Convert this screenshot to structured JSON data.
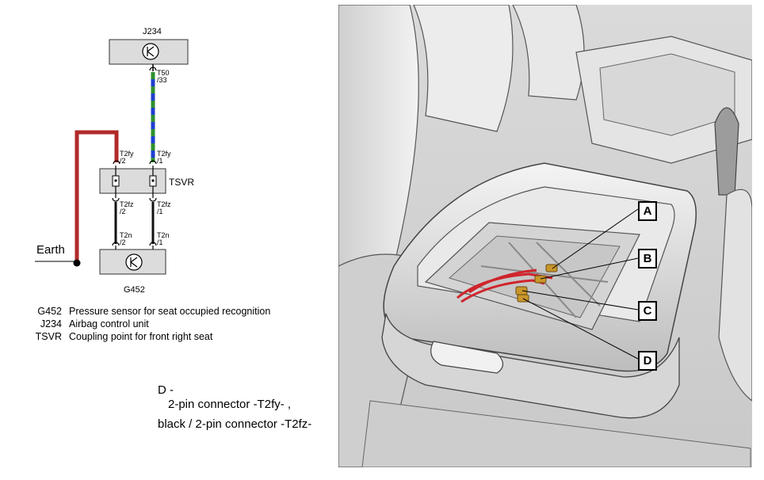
{
  "wiring": {
    "control_unit_label": "J234",
    "sensor_label": "G452",
    "coupling_label": "TSVR",
    "earth_label": "Earth",
    "pins": {
      "t50": "T50",
      "t50_num": "/33",
      "t2fy_left": "T2fy",
      "t2fy_left_num": "/2",
      "t2fy_right": "T2fy",
      "t2fy_right_num": "/1",
      "t2fz_left": "T2fz",
      "t2fz_left_num": "/2",
      "t2fz_right": "T2fz",
      "t2fz_right_num": "/1",
      "t2n_left": "T2n",
      "t2n_left_num": "/2",
      "t2n_right": "T2n",
      "t2n_right_num": "/1"
    },
    "wire_colors": {
      "earth": "#b22a2a",
      "signal_a": "#1f3fd1",
      "signal_b": "#2f8f2f",
      "black": "#111111"
    }
  },
  "legend": [
    {
      "code": "G452",
      "description": "Pressure sensor for seat occupied recognition"
    },
    {
      "code": "J234",
      "description": "Airbag control unit"
    },
    {
      "code": "TSVR",
      "description": "Coupling point for front right seat"
    }
  ],
  "note": {
    "line1": "D -",
    "line2": "2-pin connector -T2fy- ,",
    "line3": "black / 2-pin connector -T2fz-"
  },
  "photo": {
    "callouts": [
      "A",
      "B",
      "C",
      "D"
    ],
    "connector_color": "#c8962a",
    "harness_color": "#d0242c"
  }
}
